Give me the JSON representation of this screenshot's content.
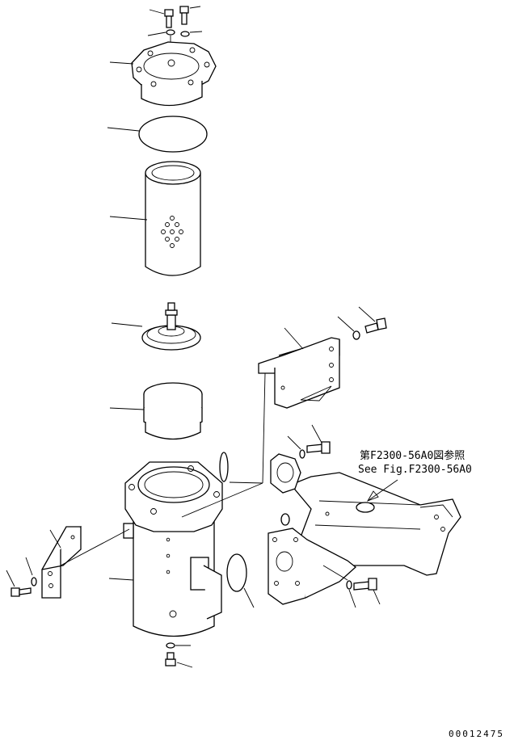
{
  "reference_note": {
    "line1": "第F2300-56A0図参照",
    "line2": "See Fig.F2300-56A0"
  },
  "drawing_number": "00012475",
  "parts": [
    {
      "id": "cap-bolt",
      "icon": "bolt-icon"
    },
    {
      "id": "cap-washer",
      "icon": "washer-icon"
    },
    {
      "id": "filter-cover",
      "icon": "cover-icon"
    },
    {
      "id": "cover-o-ring",
      "icon": "o-ring-icon"
    },
    {
      "id": "filter-element",
      "icon": "filter-element-icon"
    },
    {
      "id": "relief-valve",
      "icon": "valve-icon"
    },
    {
      "id": "spring",
      "icon": "spring-icon"
    },
    {
      "id": "filter-case",
      "icon": "filter-case-icon"
    },
    {
      "id": "drain-plug",
      "icon": "plug-icon"
    },
    {
      "id": "mounting-bracket",
      "icon": "bracket-icon"
    },
    {
      "id": "support-bracket",
      "icon": "bracket-icon"
    },
    {
      "id": "flange",
      "icon": "flange-icon"
    },
    {
      "id": "pipe",
      "icon": "pipe-icon"
    }
  ]
}
